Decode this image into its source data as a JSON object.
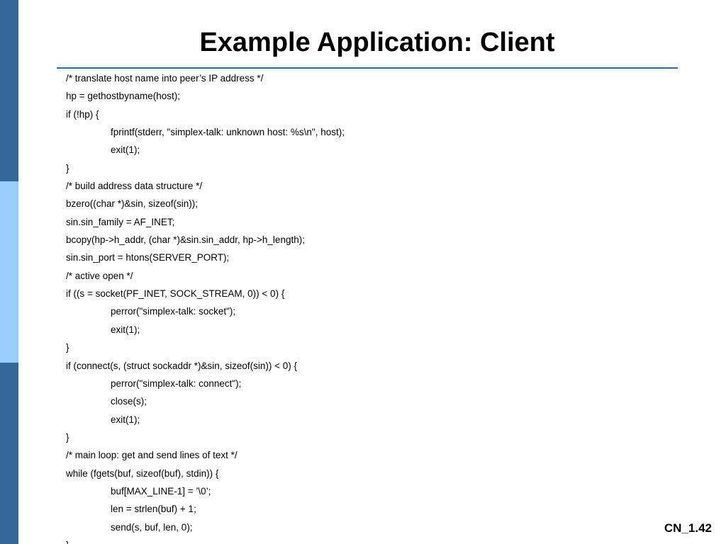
{
  "slide": {
    "title": "Example Application: Client",
    "footer": "CN_1.42",
    "accent_color": "#336699",
    "sidebar_light_color": "#99ccff",
    "code_lines": [
      {
        "text": "/* translate host name into peer’s IP address */",
        "indent": false
      },
      {
        "text": "hp = gethostbyname(host);",
        "indent": false
      },
      {
        "text": "if (!hp) {",
        "indent": false
      },
      {
        "text": "fprintf(stderr, \"simplex-talk: unknown host: %s\\n\", host);",
        "indent": true
      },
      {
        "text": "exit(1);",
        "indent": true
      },
      {
        "text": "}",
        "indent": false
      },
      {
        "text": "/* build address data structure */",
        "indent": false
      },
      {
        "text": "bzero((char *)&sin, sizeof(sin));",
        "indent": false
      },
      {
        "text": "sin.sin_family = AF_INET;",
        "indent": false
      },
      {
        "text": "bcopy(hp->h_addr, (char *)&sin.sin_addr, hp->h_length);",
        "indent": false
      },
      {
        "text": "sin.sin_port = htons(SERVER_PORT);",
        "indent": false
      },
      {
        "text": "/* active open */",
        "indent": false
      },
      {
        "text": "if ((s = socket(PF_INET, SOCK_STREAM, 0)) < 0) {",
        "indent": false
      },
      {
        "text": "perror(\"simplex-talk: socket\");",
        "indent": true
      },
      {
        "text": "exit(1);",
        "indent": true
      },
      {
        "text": "}",
        "indent": false
      },
      {
        "text": "if (connect(s, (struct sockaddr *)&sin, sizeof(sin)) < 0) {",
        "indent": false
      },
      {
        "text": "perror(\"simplex-talk: connect\");",
        "indent": true
      },
      {
        "text": "close(s);",
        "indent": true
      },
      {
        "text": "exit(1);",
        "indent": true
      },
      {
        "text": "}",
        "indent": false
      },
      {
        "text": "/* main loop: get and send lines of text */",
        "indent": false
      },
      {
        "text": "while (fgets(buf, sizeof(buf), stdin)) {",
        "indent": false
      },
      {
        "text": "buf[MAX_LINE-1] = ’\\0’;",
        "indent": true
      },
      {
        "text": "len = strlen(buf) + 1;",
        "indent": true
      },
      {
        "text": "send(s, buf, len, 0);",
        "indent": true
      },
      {
        "text": "}",
        "indent": false
      }
    ]
  }
}
